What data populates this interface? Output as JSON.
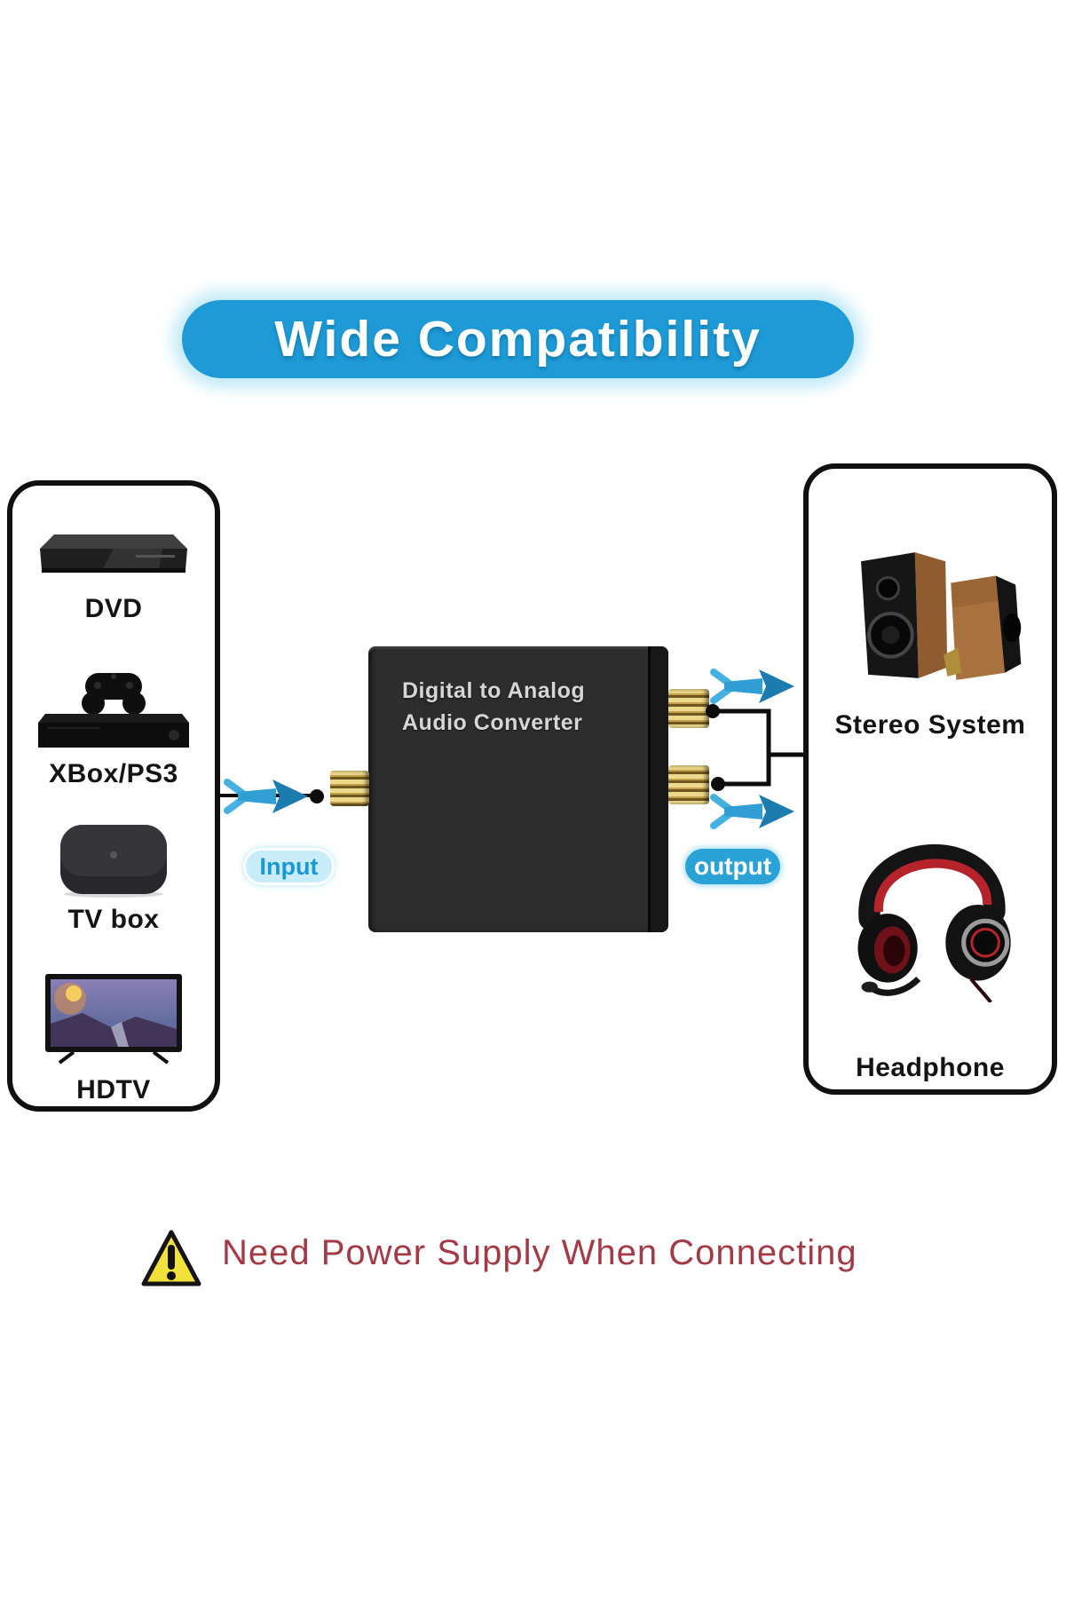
{
  "banner": {
    "title": "Wide Compatibility"
  },
  "sources_panel": {
    "items": [
      {
        "label": "DVD",
        "icon": "dvd-player-icon"
      },
      {
        "label": "XBox/PS3",
        "icon": "game-console-icon"
      },
      {
        "label": "TV box",
        "icon": "tv-box-icon"
      },
      {
        "label": "HDTV",
        "icon": "hdtv-icon"
      }
    ]
  },
  "converter": {
    "title_line1": "Digital to Analog",
    "title_line2": "Audio Converter",
    "input_badge": "Input",
    "output_badge": "output"
  },
  "outputs_panel": {
    "items": [
      {
        "label": "Stereo System",
        "icon": "stereo-speakers-icon"
      },
      {
        "label": "Headphone",
        "icon": "headphone-icon"
      }
    ]
  },
  "warning": {
    "icon": "warning-triangle-icon",
    "text": "Need Power Supply When Connecting"
  },
  "colors": {
    "banner_bg": "#1E9BD7",
    "banner_glow": "#BFE9F7",
    "arrow_blue": "#2F9FD4",
    "arrow_dark": "#1C7CB0",
    "arrow_light": "#46B1E0",
    "input_badge_bg": "#C9ECFA",
    "input_badge_text": "#1A97D5",
    "output_badge_bg": "#2BA2D6",
    "output_badge_text": "#FFFFFF",
    "warning_text": "#A23B46",
    "warning_yellow": "#F2E13C",
    "box_bg": "#2D2D2D",
    "gold": "#D9BC62"
  }
}
